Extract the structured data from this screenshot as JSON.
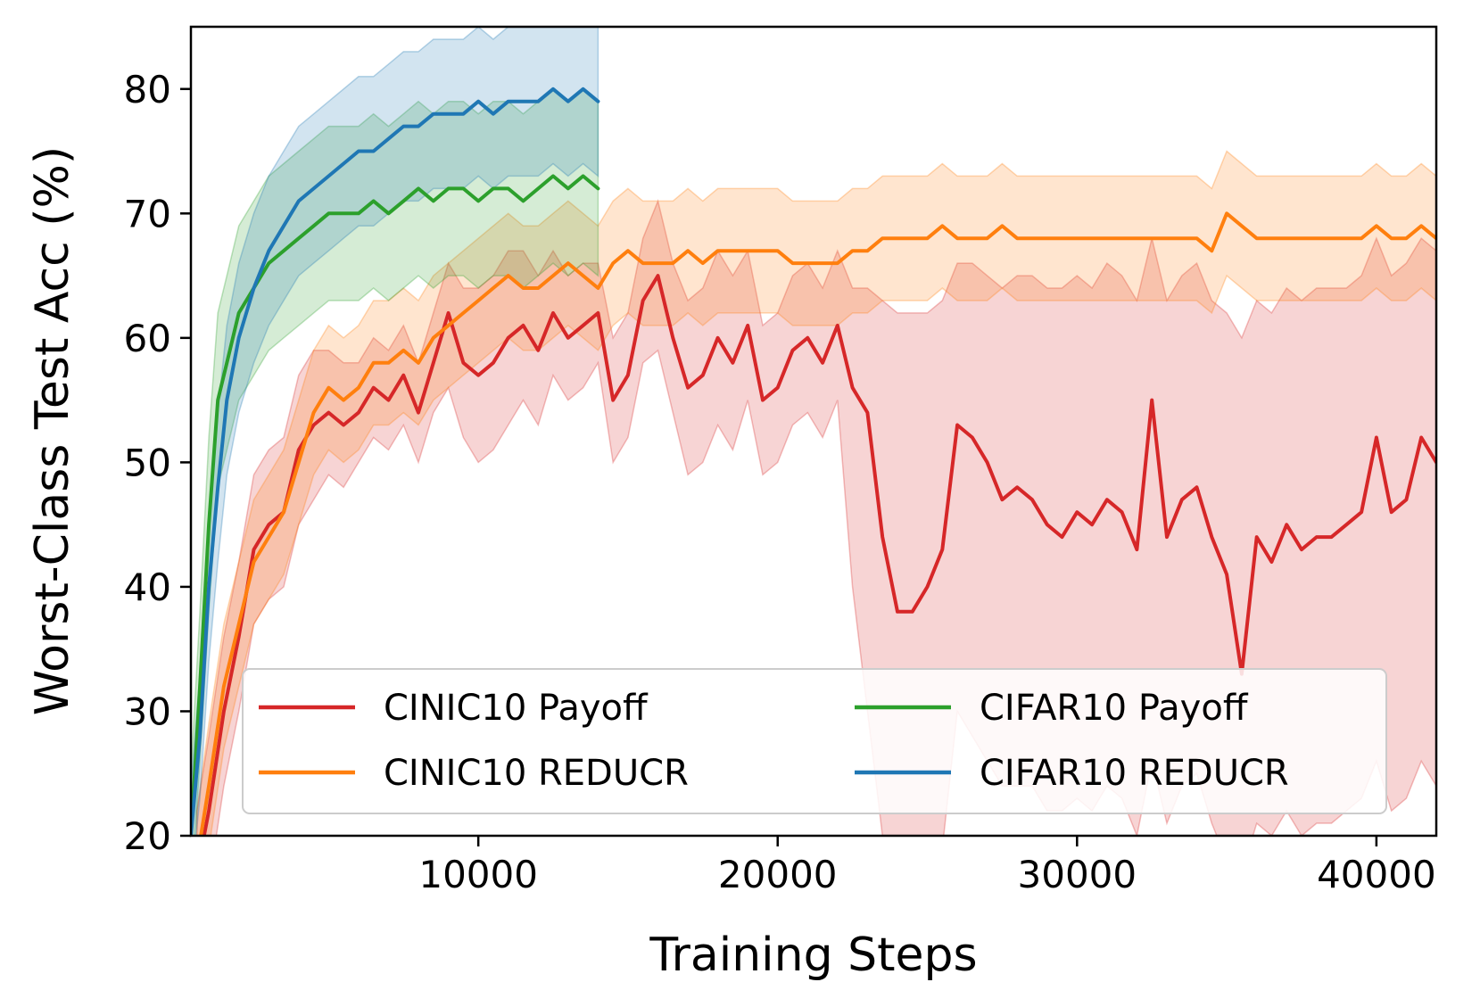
{
  "chart_data": {
    "type": "line",
    "title": "",
    "xlabel": "Training Steps",
    "ylabel": "Worst-Class Test Acc (%)",
    "xlim": [
      400,
      42000
    ],
    "ylim": [
      20,
      85
    ],
    "xticks": [
      10000,
      20000,
      30000,
      40000
    ],
    "yticks": [
      20,
      30,
      40,
      50,
      60,
      70,
      80
    ],
    "grid": false,
    "legend": {
      "placement": "lower-right",
      "columns": 2
    },
    "series": [
      {
        "name": "CINIC10 Payoff",
        "color": "#d62728",
        "x": [
          600,
          1000,
          1500,
          2000,
          2500,
          3000,
          3500,
          4000,
          4500,
          5000,
          5500,
          6000,
          6500,
          7000,
          7500,
          8000,
          8500,
          9000,
          9500,
          10000,
          10500,
          11000,
          11500,
          12000,
          12500,
          13000,
          13500,
          14000,
          14500,
          15000,
          15500,
          16000,
          16500,
          17000,
          17500,
          18000,
          18500,
          19000,
          19500,
          20000,
          20500,
          21000,
          21500,
          22000,
          22500,
          23000,
          23500,
          24000,
          24500,
          25000,
          25500,
          26000,
          26500,
          27000,
          27500,
          28000,
          28500,
          29000,
          29500,
          30000,
          30500,
          31000,
          31500,
          32000,
          32500,
          33000,
          33500,
          34000,
          34500,
          35000,
          35500,
          36000,
          36500,
          37000,
          37500,
          38000,
          38500,
          39000,
          39500,
          40000,
          40500,
          41000,
          41500,
          42000
        ],
        "y": [
          17,
          22,
          30,
          36,
          43,
          45,
          46,
          51,
          53,
          54,
          53,
          54,
          56,
          55,
          57,
          54,
          58,
          62,
          58,
          57,
          58,
          60,
          61,
          59,
          62,
          60,
          61,
          62,
          55,
          57,
          63,
          65,
          60,
          56,
          57,
          60,
          58,
          61,
          55,
          56,
          59,
          60,
          58,
          61,
          56,
          54,
          44,
          38,
          38,
          40,
          43,
          53,
          52,
          50,
          47,
          48,
          47,
          45,
          44,
          46,
          45,
          47,
          46,
          43,
          55,
          44,
          47,
          48,
          44,
          41,
          33,
          44,
          42,
          45,
          43,
          44,
          44,
          45,
          46,
          52,
          46,
          47,
          52,
          50
        ],
        "band_low": [
          12,
          16,
          24,
          30,
          37,
          39,
          40,
          45,
          47,
          49,
          48,
          50,
          52,
          51,
          53,
          50,
          54,
          56,
          52,
          50,
          51,
          53,
          55,
          53,
          57,
          55,
          56,
          58,
          50,
          52,
          58,
          59,
          54,
          49,
          50,
          53,
          51,
          55,
          49,
          50,
          53,
          54,
          52,
          55,
          40,
          30,
          20,
          17,
          17,
          17,
          19,
          30,
          28,
          26,
          24,
          24,
          24,
          22,
          22,
          23,
          22,
          24,
          23,
          20,
          26,
          21,
          24,
          25,
          21,
          18,
          17,
          21,
          20,
          22,
          20,
          21,
          21,
          22,
          23,
          26,
          22,
          23,
          26,
          24
        ],
        "band_high": [
          22,
          28,
          36,
          42,
          49,
          51,
          52,
          57,
          59,
          59,
          58,
          58,
          60,
          59,
          61,
          58,
          62,
          66,
          64,
          64,
          65,
          67,
          67,
          65,
          67,
          65,
          66,
          66,
          60,
          62,
          68,
          71,
          66,
          63,
          64,
          67,
          65,
          67,
          61,
          62,
          65,
          66,
          64,
          67,
          64,
          64,
          63,
          62,
          62,
          62,
          63,
          66,
          66,
          65,
          64,
          65,
          65,
          64,
          64,
          65,
          64,
          66,
          65,
          63,
          68,
          63,
          65,
          66,
          63,
          62,
          60,
          63,
          62,
          64,
          63,
          64,
          64,
          64,
          65,
          68,
          65,
          66,
          68,
          67
        ]
      },
      {
        "name": "CINIC10 REDUCR",
        "color": "#ff7f0e",
        "x": [
          600,
          1000,
          1500,
          2000,
          2500,
          3000,
          3500,
          4000,
          4500,
          5000,
          5500,
          6000,
          6500,
          7000,
          7500,
          8000,
          8500,
          9000,
          9500,
          10000,
          10500,
          11000,
          11500,
          12000,
          12500,
          13000,
          13500,
          14000,
          14500,
          15000,
          15500,
          16000,
          16500,
          17000,
          17500,
          18000,
          18500,
          19000,
          19500,
          20000,
          20500,
          21000,
          21500,
          22000,
          22500,
          23000,
          23500,
          24000,
          24500,
          25000,
          25500,
          26000,
          26500,
          27000,
          27500,
          28000,
          28500,
          29000,
          29500,
          30000,
          30500,
          31000,
          31500,
          32000,
          32500,
          33000,
          33500,
          34000,
          34500,
          35000,
          35500,
          36000,
          36500,
          37000,
          37500,
          38000,
          38500,
          39000,
          39500,
          40000,
          40500,
          41000,
          41500,
          42000
        ],
        "y": [
          18,
          24,
          32,
          37,
          42,
          44,
          46,
          50,
          54,
          56,
          55,
          56,
          58,
          58,
          59,
          58,
          60,
          61,
          62,
          63,
          64,
          65,
          64,
          64,
          65,
          66,
          65,
          64,
          66,
          67,
          66,
          66,
          66,
          67,
          66,
          67,
          67,
          67,
          67,
          67,
          66,
          66,
          66,
          66,
          67,
          67,
          68,
          68,
          68,
          68,
          69,
          68,
          68,
          68,
          69,
          68,
          68,
          68,
          68,
          68,
          68,
          68,
          68,
          68,
          68,
          68,
          68,
          68,
          67,
          70,
          69,
          68,
          68,
          68,
          68,
          68,
          68,
          68,
          68,
          69,
          68,
          68,
          69,
          68
        ],
        "band_low": [
          14,
          19,
          27,
          32,
          37,
          39,
          41,
          45,
          49,
          51,
          50,
          51,
          53,
          53,
          54,
          53,
          55,
          56,
          57,
          58,
          59,
          60,
          59,
          59,
          60,
          61,
          60,
          59,
          61,
          62,
          61,
          61,
          61,
          62,
          61,
          62,
          62,
          62,
          62,
          62,
          61,
          61,
          61,
          61,
          62,
          62,
          63,
          63,
          63,
          63,
          64,
          63,
          63,
          63,
          64,
          63,
          63,
          63,
          63,
          63,
          63,
          63,
          63,
          63,
          63,
          63,
          63,
          63,
          62,
          65,
          64,
          63,
          63,
          63,
          63,
          63,
          63,
          63,
          63,
          64,
          63,
          63,
          64,
          63
        ],
        "band_high": [
          22,
          29,
          37,
          42,
          47,
          49,
          51,
          55,
          59,
          61,
          60,
          61,
          63,
          63,
          64,
          63,
          65,
          66,
          67,
          68,
          69,
          70,
          69,
          69,
          70,
          71,
          70,
          69,
          71,
          72,
          71,
          71,
          71,
          72,
          71,
          72,
          72,
          72,
          72,
          72,
          71,
          71,
          71,
          71,
          72,
          72,
          73,
          73,
          73,
          73,
          74,
          73,
          73,
          73,
          74,
          73,
          73,
          73,
          73,
          73,
          73,
          73,
          73,
          73,
          73,
          73,
          73,
          73,
          72,
          75,
          74,
          73,
          73,
          73,
          73,
          73,
          73,
          73,
          73,
          74,
          73,
          73,
          74,
          73
        ]
      },
      {
        "name": "CIFAR10 Payoff",
        "color": "#2ca02c",
        "x": [
          400,
          700,
          1000,
          1300,
          1600,
          2000,
          2500,
          3000,
          3500,
          4000,
          4500,
          5000,
          5500,
          6000,
          6500,
          7000,
          7500,
          8000,
          8500,
          9000,
          9500,
          10000,
          10500,
          11000,
          11500,
          12000,
          12500,
          13000,
          13500,
          14000
        ],
        "y": [
          20,
          32,
          45,
          55,
          58,
          62,
          64,
          66,
          67,
          68,
          69,
          70,
          70,
          70,
          71,
          70,
          71,
          72,
          71,
          72,
          72,
          71,
          72,
          72,
          71,
          72,
          73,
          72,
          73,
          72
        ],
        "band_low": [
          15,
          26,
          38,
          48,
          51,
          55,
          57,
          59,
          60,
          61,
          62,
          63,
          63,
          63,
          64,
          63,
          64,
          65,
          64,
          65,
          65,
          64,
          65,
          65,
          64,
          65,
          66,
          65,
          66,
          65
        ],
        "band_high": [
          25,
          38,
          52,
          62,
          65,
          69,
          71,
          73,
          74,
          75,
          76,
          77,
          77,
          77,
          78,
          77,
          78,
          79,
          78,
          79,
          79,
          78,
          79,
          79,
          78,
          79,
          80,
          79,
          80,
          79
        ]
      },
      {
        "name": "CIFAR10 REDUCR",
        "color": "#1f77b4",
        "x": [
          400,
          700,
          1000,
          1300,
          1600,
          2000,
          2500,
          3000,
          3500,
          4000,
          4500,
          5000,
          5500,
          6000,
          6500,
          7000,
          7500,
          8000,
          8500,
          9000,
          9500,
          10000,
          10500,
          11000,
          11500,
          12000,
          12500,
          13000,
          13500,
          14000
        ],
        "y": [
          20,
          28,
          40,
          48,
          55,
          60,
          64,
          67,
          69,
          71,
          72,
          73,
          74,
          75,
          75,
          76,
          77,
          77,
          78,
          78,
          78,
          79,
          78,
          79,
          79,
          79,
          80,
          79,
          80,
          79
        ],
        "band_low": [
          16,
          23,
          34,
          42,
          49,
          54,
          58,
          61,
          63,
          65,
          66,
          67,
          68,
          69,
          69,
          70,
          71,
          71,
          72,
          72,
          72,
          73,
          72,
          73,
          73,
          73,
          74,
          73,
          74,
          73
        ],
        "band_high": [
          24,
          33,
          46,
          54,
          61,
          66,
          70,
          73,
          75,
          77,
          78,
          79,
          80,
          81,
          81,
          82,
          83,
          83,
          84,
          84,
          84,
          85,
          84,
          85,
          85,
          85,
          85,
          85,
          85,
          85
        ]
      }
    ]
  }
}
